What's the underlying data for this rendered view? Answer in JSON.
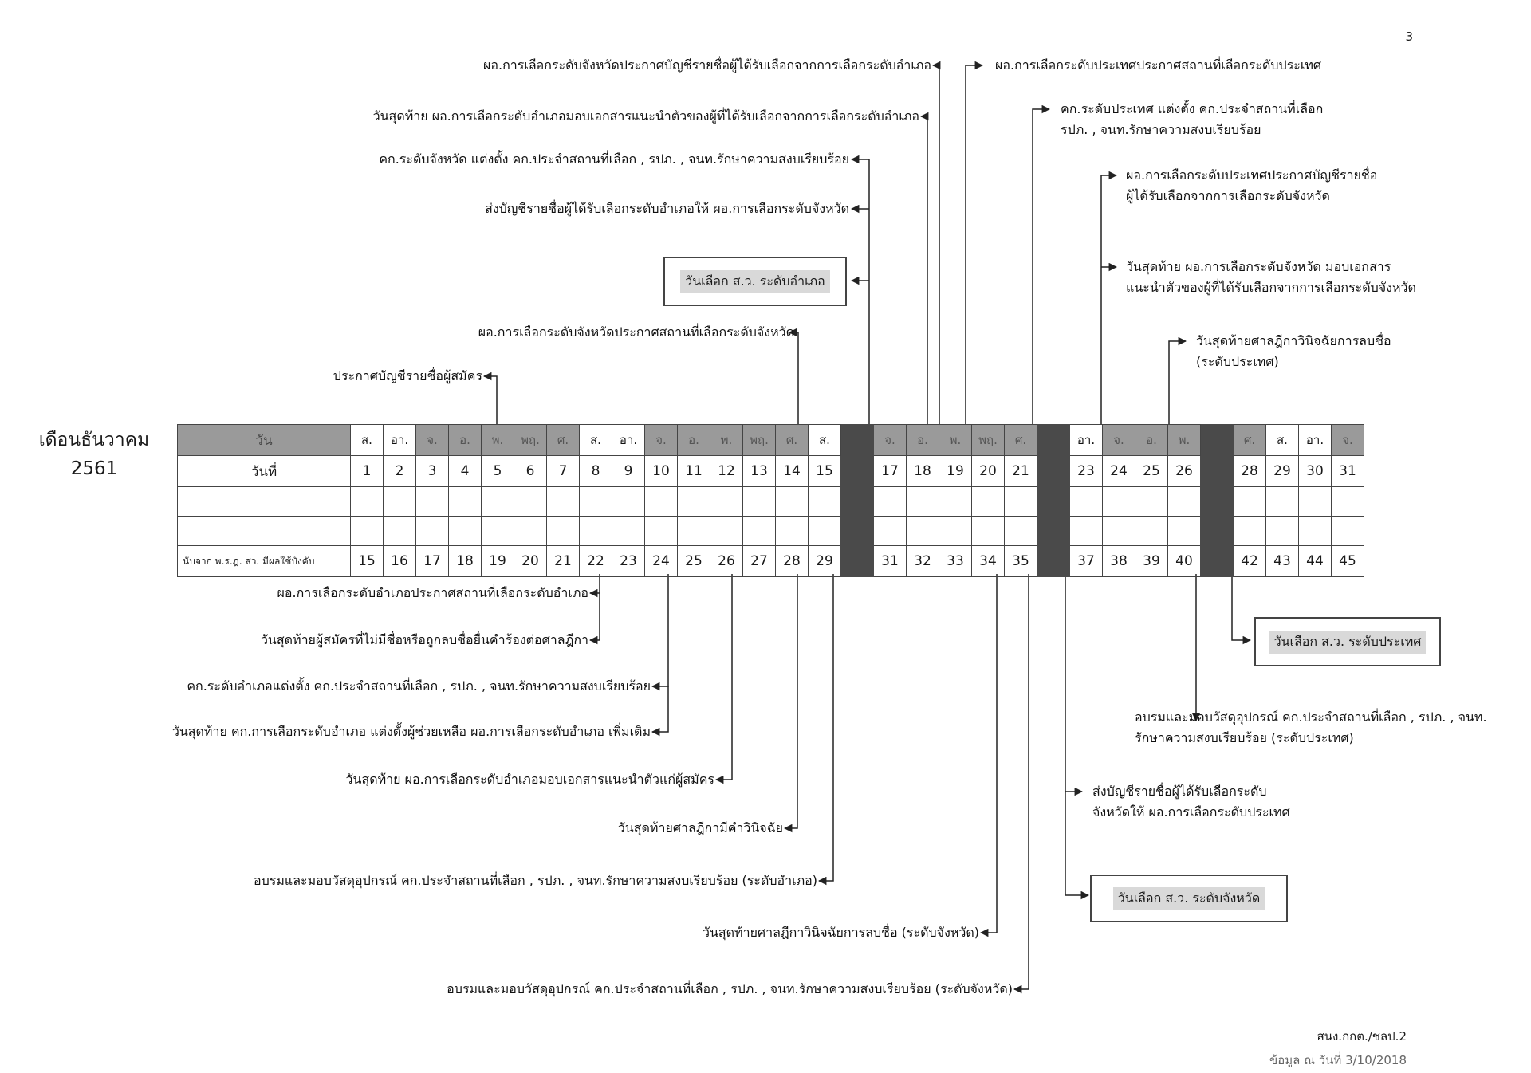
{
  "page_number": "3",
  "month_label": {
    "month": "เดือนธันวาคม",
    "year": "2561"
  },
  "calendar": {
    "row_labels": {
      "day_name": "วัน",
      "date": "วันที่",
      "count": "นับจาก พ.ร.ฎ. สว. มีผลใช้บังคับ"
    },
    "columns": [
      {
        "day": "ส.",
        "date": "1",
        "count": "15",
        "weekend": true
      },
      {
        "day": "อา.",
        "date": "2",
        "count": "16",
        "weekend": true
      },
      {
        "day": "จ.",
        "date": "3",
        "count": "17",
        "weekend": false
      },
      {
        "day": "อ.",
        "date": "4",
        "count": "18",
        "weekend": false
      },
      {
        "day": "พ.",
        "date": "5",
        "count": "19",
        "weekend": false
      },
      {
        "day": "พฤ.",
        "date": "6",
        "count": "20",
        "weekend": false
      },
      {
        "day": "ศ.",
        "date": "7",
        "count": "21",
        "weekend": false
      },
      {
        "day": "ส.",
        "date": "8",
        "count": "22",
        "weekend": true
      },
      {
        "day": "อา.",
        "date": "9",
        "count": "23",
        "weekend": true
      },
      {
        "day": "จ.",
        "date": "10",
        "count": "24",
        "weekend": false
      },
      {
        "day": "อ.",
        "date": "11",
        "count": "25",
        "weekend": false
      },
      {
        "day": "พ.",
        "date": "12",
        "count": "26",
        "weekend": false
      },
      {
        "day": "พฤ.",
        "date": "13",
        "count": "27",
        "weekend": false
      },
      {
        "day": "ศ.",
        "date": "14",
        "count": "28",
        "weekend": false
      },
      {
        "day": "ส.",
        "date": "15",
        "count": "29",
        "weekend": true
      },
      {
        "gap": true
      },
      {
        "day": "จ.",
        "date": "17",
        "count": "31",
        "weekend": false
      },
      {
        "day": "อ.",
        "date": "18",
        "count": "32",
        "weekend": false
      },
      {
        "day": "พ.",
        "date": "19",
        "count": "33",
        "weekend": false
      },
      {
        "day": "พฤ.",
        "date": "20",
        "count": "34",
        "weekend": false
      },
      {
        "day": "ศ.",
        "date": "21",
        "count": "35",
        "weekend": false
      },
      {
        "gap": true
      },
      {
        "day": "อา.",
        "date": "23",
        "count": "37",
        "weekend": true
      },
      {
        "day": "จ.",
        "date": "24",
        "count": "38",
        "weekend": false
      },
      {
        "day": "อ.",
        "date": "25",
        "count": "39",
        "weekend": false
      },
      {
        "day": "พ.",
        "date": "26",
        "count": "40",
        "weekend": false
      },
      {
        "gap": true
      },
      {
        "day": "ศ.",
        "date": "28",
        "count": "42",
        "weekend": false
      },
      {
        "day": "ส.",
        "date": "29",
        "count": "43",
        "weekend": true
      },
      {
        "day": "อา.",
        "date": "30",
        "count": "44",
        "weekend": true
      },
      {
        "day": "จ.",
        "date": "31",
        "count": "45",
        "weekend": false
      }
    ]
  },
  "annotations_top": [
    "ผอ.การเลือกระดับจังหวัดประกาศบัญชีรายชื่อผู้ได้รับเลือกจากการเลือกระดับอำเภอ",
    "วันสุดท้าย ผอ.การเลือกระดับอำเภอมอบเอกสารแนะนำตัวของผู้ที่ได้รับเลือกจากการเลือกระดับอำเภอ",
    "คก.ระดับจังหวัด แต่งตั้ง คก.ประจำสถานที่เลือก , รปภ. , จนท.รักษาความสงบเรียบร้อย",
    "ส่งบัญชีรายชื่อผู้ได้รับเลือกระดับอำเภอให้ ผอ.การเลือกระดับจังหวัด",
    "ผอ.การเลือกระดับจังหวัดประกาศสถานที่เลือกระดับจังหวัด",
    "ประกาศบัญชีรายชื่อผู้สมัคร",
    "ผอ.การเลือกระดับประเทศประกาศสถานที่เลือกระดับประเทศ",
    "คก.ระดับประเทศ แต่งตั้ง คก.ประจำสถานที่เลือก",
    "รปภ. , จนท.รักษาความสงบเรียบร้อย",
    "ผอ.การเลือกระดับประเทศประกาศบัญชีรายชื่อ",
    "ผู้ได้รับเลือกจากการเลือกระดับจังหวัด",
    "วันสุดท้าย ผอ.การเลือกระดับจังหวัด มอบเอกสาร",
    "แนะนำตัวของผู้ที่ได้รับเลือกจากการเลือกระดับจังหวัด",
    "วันสุดท้ายศาลฎีกาวินิจฉัยการลบชื่อ",
    "(ระดับประเทศ)"
  ],
  "annotations_bottom": [
    "ผอ.การเลือกระดับอำเภอประกาศสถานที่เลือกระดับอำเภอ",
    "วันสุดท้ายผู้สมัครที่ไม่มีชื่อหรือถูกลบชื่อยื่นคำร้องต่อศาลฎีกา",
    "คก.ระดับอำเภอแต่งตั้ง คก.ประจำสถานที่เลือก , รปภ. , จนท.รักษาความสงบเรียบร้อย",
    "วันสุดท้าย คก.การเลือกระดับอำเภอ แต่งตั้งผู้ช่วยเหลือ ผอ.การเลือกระดับอำเภอ เพิ่มเติม",
    "วันสุดท้าย ผอ.การเลือกระดับอำเภอมอบเอกสารแนะนำตัวแก่ผู้สมัคร",
    "วันสุดท้ายศาลฎีกามีคำวินิจฉัย",
    "อบรมและมอบวัสดุอุปกรณ์ คก.ประจำสถานที่เลือก , รปภ. , จนท.รักษาความสงบเรียบร้อย (ระดับอำเภอ)",
    "วันสุดท้ายศาลฎีกาวินิจฉัยการลบชื่อ (ระดับจังหวัด)",
    "อบรมและมอบวัสดุอุปกรณ์ คก.ประจำสถานที่เลือก , รปภ. , จนท.รักษาความสงบเรียบร้อย (ระดับจังหวัด)",
    "อบรมและมอบวัสดุอุปกรณ์ คก.ประจำสถานที่เลือก , รปภ. , จนท.",
    "รักษาความสงบเรียบร้อย (ระดับประเทศ)",
    "ส่งบัญชีรายชื่อผู้ได้รับเลือกระดับ",
    "จังหวัดให้ ผอ.การเลือกระดับประเทศ"
  ],
  "boxes": {
    "district": "วันเลือก ส.ว. ระดับอำเภอ",
    "national": "วันเลือก ส.ว. ระดับประเทศ",
    "province": "วันเลือก ส.ว. ระดับจังหวัด"
  },
  "footer": {
    "code": "สนง.กกต./ชลป.2",
    "revision": "ข้อมูล ณ วันที่ 3/10/2018"
  }
}
